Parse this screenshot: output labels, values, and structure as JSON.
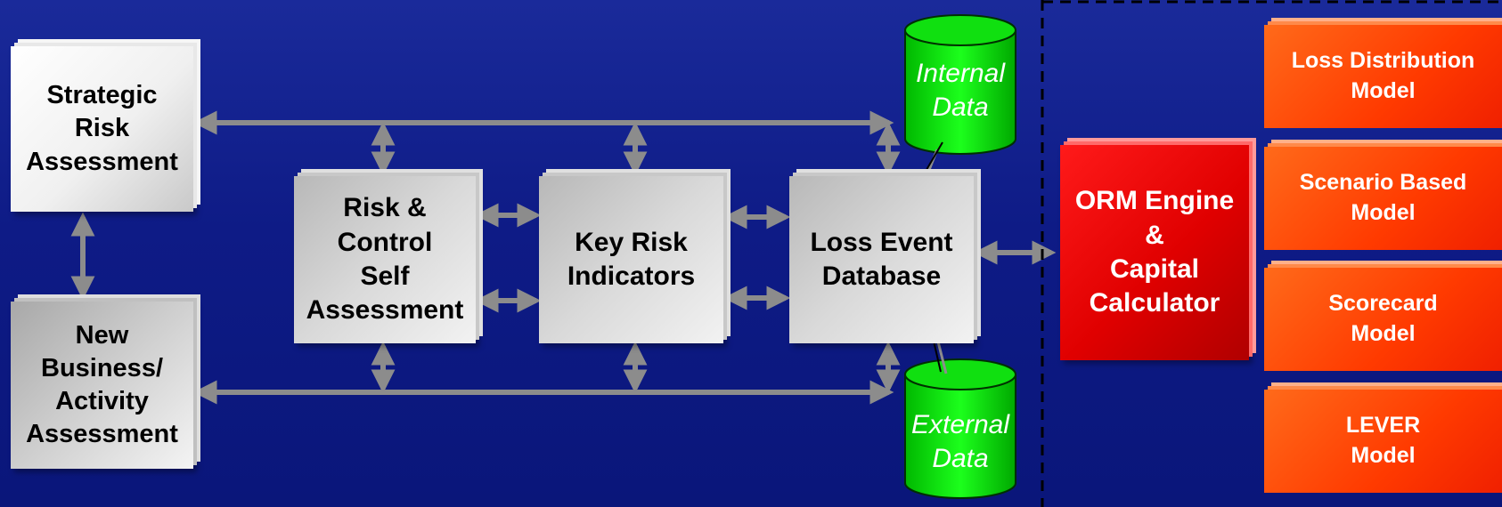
{
  "nodes": {
    "strategic": "Strategic\nRisk\nAssessment",
    "new_business": "New\nBusiness/\nActivity\nAssessment",
    "rcsa": "Risk &\nControl\nSelf\nAssessment",
    "kri": "Key Risk\nIndicators",
    "loss_event": "Loss Event\nDatabase",
    "orm_engine": "ORM Engine\n&\nCapital\nCalculator"
  },
  "data_sources": {
    "internal": "Internal\nData",
    "external": "External\nData"
  },
  "models": [
    "Loss Distribution\nModel",
    "Scenario Based\nModel",
    "Scorecard\nModel",
    "LEVER\nModel"
  ],
  "colors": {
    "background": "#0e1b86",
    "arrow": "#8c8c8c",
    "cylinder": "#00e000",
    "engine": "#e00000",
    "model": "#ff3a00"
  }
}
